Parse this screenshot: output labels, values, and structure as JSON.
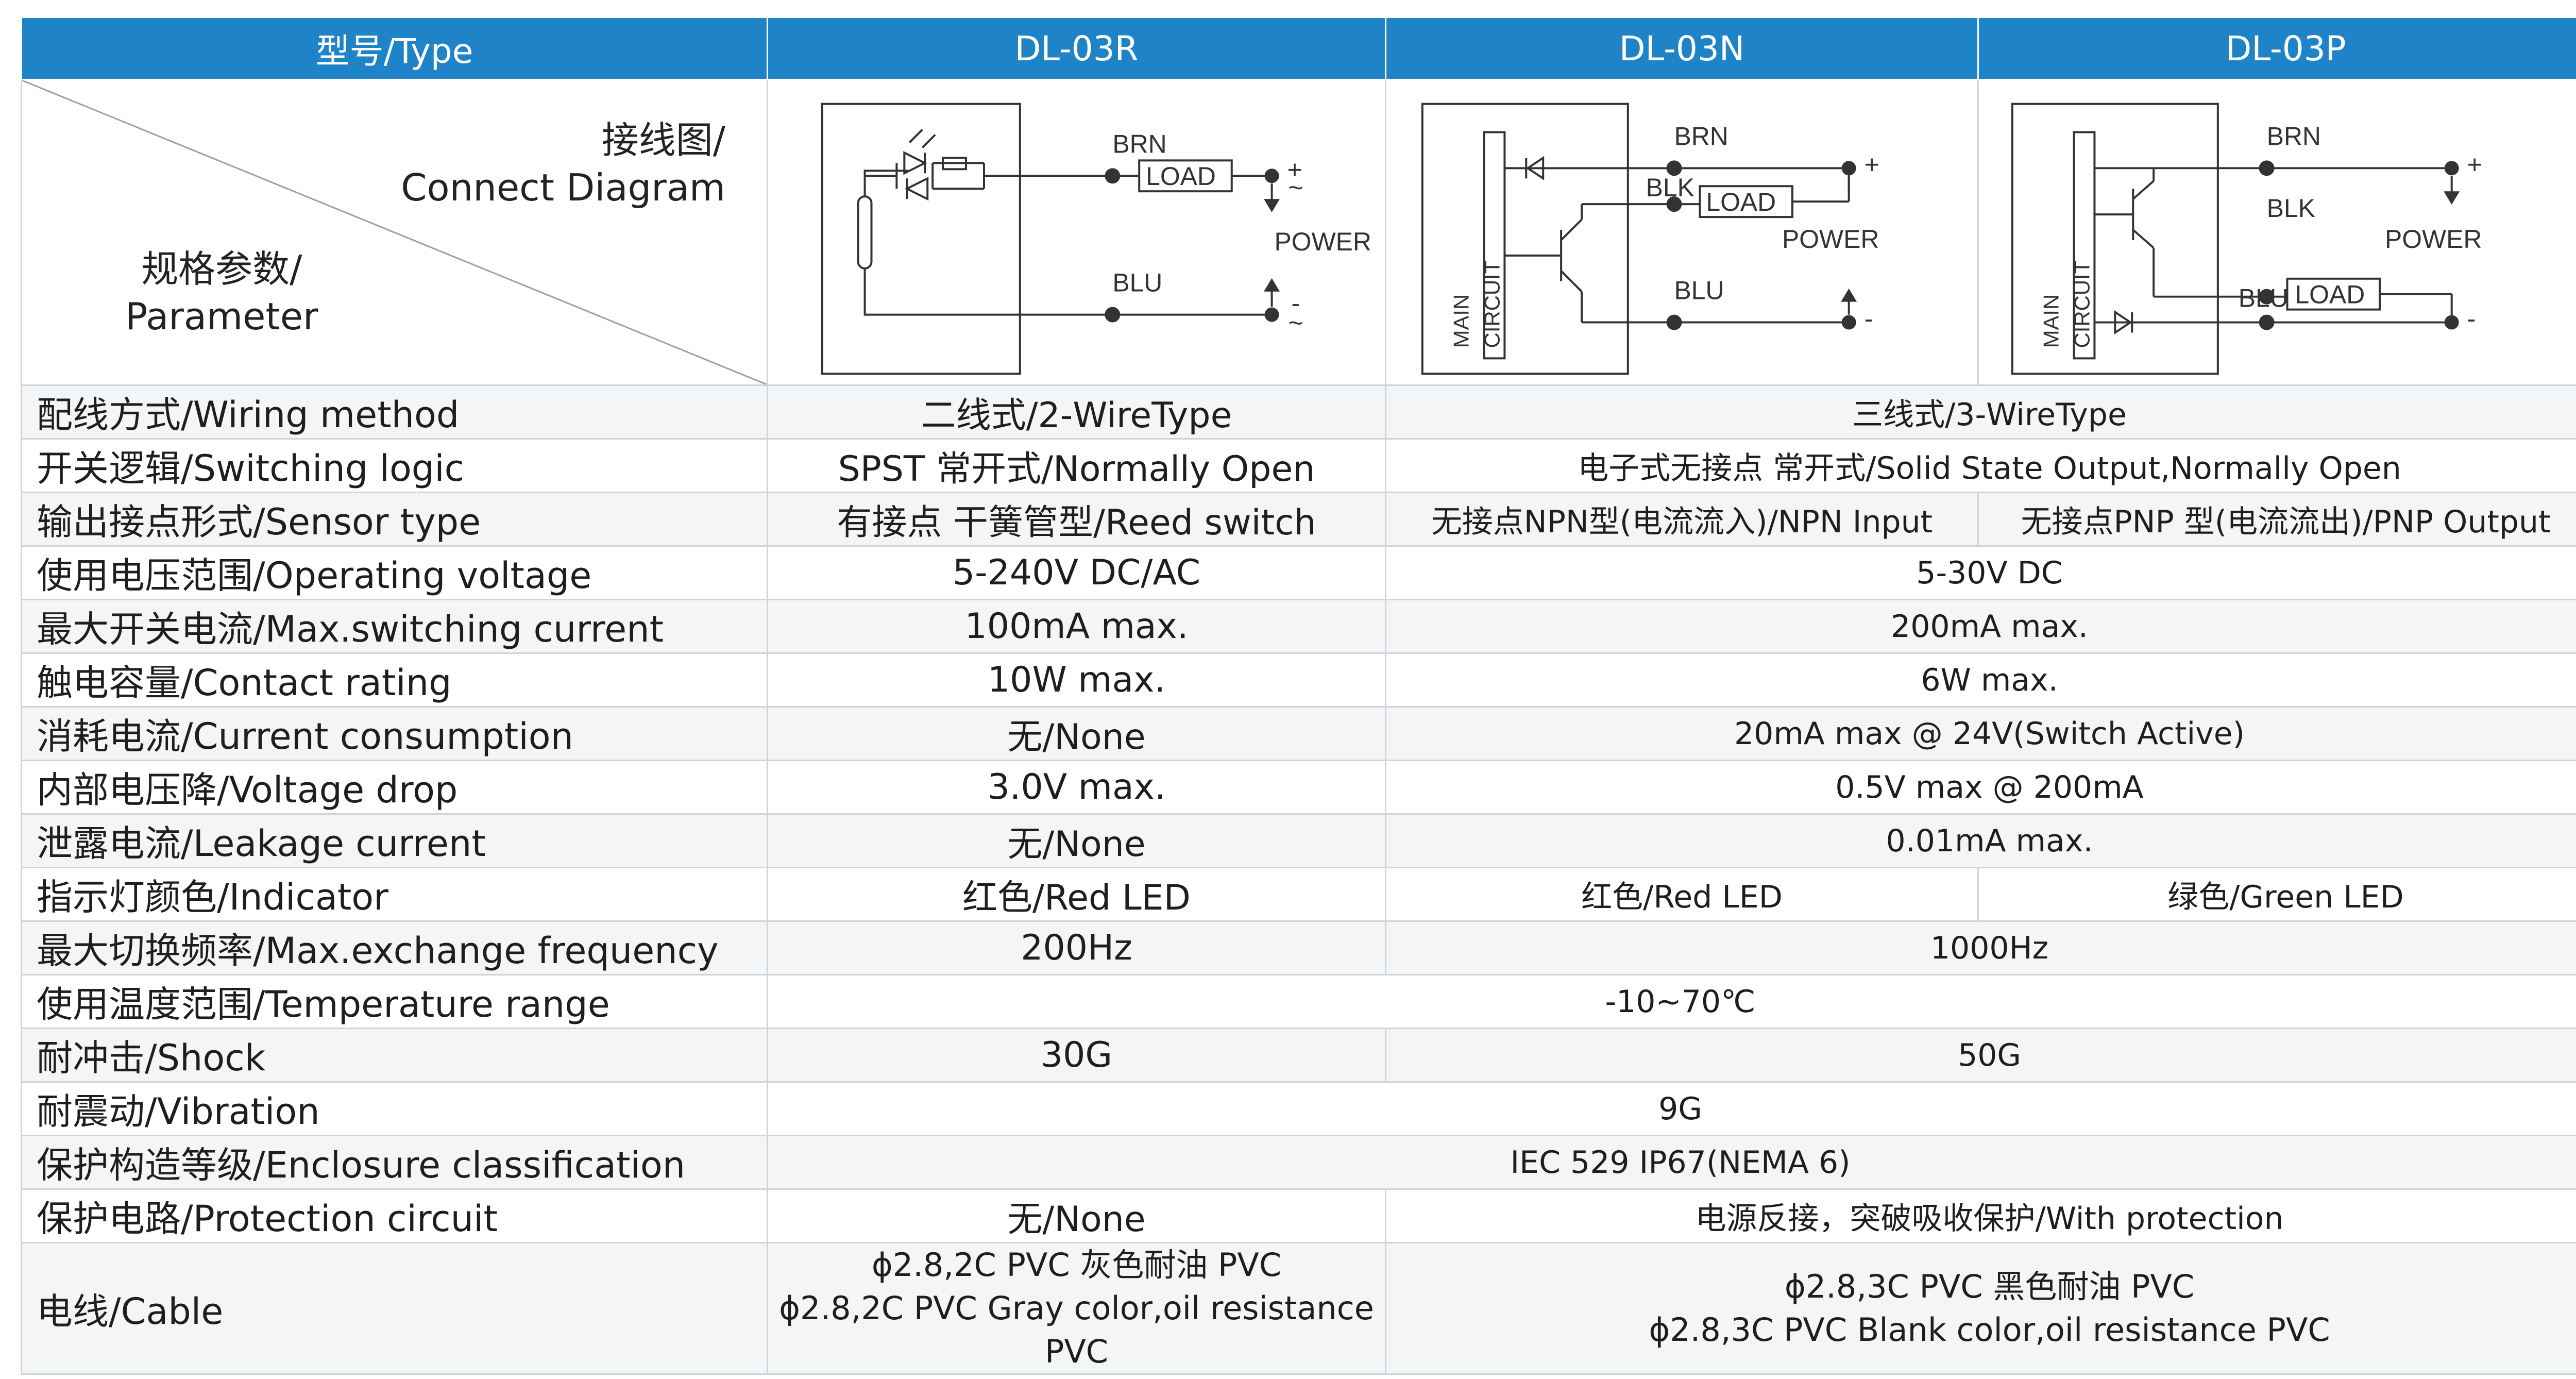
{
  "header": {
    "type_label": "型号/Type",
    "models": [
      "DL-03R",
      "DL-03N",
      "DL-03P"
    ]
  },
  "corner": {
    "connect_cn": "接线图/",
    "connect_en": "Connect Diagram",
    "param_cn": "规格参数/",
    "param_en": "Parameter"
  },
  "diagram_labels": {
    "brn": "BRN",
    "blu": "BLU",
    "blk": "BLK",
    "load": "LOAD",
    "power": "POWER",
    "plus": "+",
    "minus": "-",
    "main_circuit_1": "MAIN",
    "main_circuit_2": "CIRCUIT",
    "tilde": "~"
  },
  "rows": [
    {
      "label": "配线方式/Wiring method",
      "r": "二线式/2-WireType",
      "np": "三线式/3-WireType"
    },
    {
      "label": "开关逻辑/Switching logic",
      "r": "SPST 常开式/Normally Open",
      "np": "电子式无接点 常开式/Solid State Output,Normally Open"
    },
    {
      "label": "输出接点形式/Sensor type",
      "r": "有接点 干簧管型/Reed switch",
      "n": "无接点NPN型(电流流入)/NPN Input",
      "p": "无接点PNP 型(电流流出)/PNP Output"
    },
    {
      "label": "使用电压范围/Operating voltage",
      "r": "5-240V DC/AC",
      "np": "5-30V DC"
    },
    {
      "label": "最大开关电流/Max.switching current",
      "r": "100mA  max.",
      "np": "200mA max."
    },
    {
      "label": "触电容量/Contact rating",
      "r": "10W max.",
      "np": "6W max."
    },
    {
      "label": "消耗电流/Current consumption",
      "r": "无/None",
      "np": "20mA  max @ 24V(Switch Active)"
    },
    {
      "label": "内部电压降/Voltage drop",
      "r": "3.0V max.",
      "np": "0.5V max @ 200mA"
    },
    {
      "label": "泄露电流/Leakage current",
      "r": "无/None",
      "np": "0.01mA max."
    },
    {
      "label": "指示灯颜色/Indicator",
      "r": "红色/Red LED",
      "n": "红色/Red LED",
      "p": "绿色/Green LED"
    },
    {
      "label": "最大切换频率/Max.exchange frequency",
      "r": "200Hz",
      "np": "1000Hz"
    },
    {
      "label": "使用温度范围/Temperature range",
      "all": "-10~70℃"
    },
    {
      "label": "耐冲击/Shock",
      "r": "30G",
      "np": "50G"
    },
    {
      "label": "耐震动/Vibration",
      "all": "9G"
    },
    {
      "label": "保护构造等级/Enclosure classification",
      "all": "IEC 529 IP67(NEMA 6)"
    },
    {
      "label": "保护电路/Protection circuit",
      "r": "无/None",
      "np": "电源反接，突破吸收保护/With protection"
    },
    {
      "label": "电线/Cable",
      "r1": "ϕ2.8,2C PVC 灰色耐油 PVC",
      "r2": "ϕ2.8,2C PVC Gray color,oil resistance PVC",
      "np1": "ϕ2.8,3C PVC 黑色耐油  PVC",
      "np2": "ϕ2.8,3C PVC Blank color,oil resistance PVC"
    }
  ]
}
